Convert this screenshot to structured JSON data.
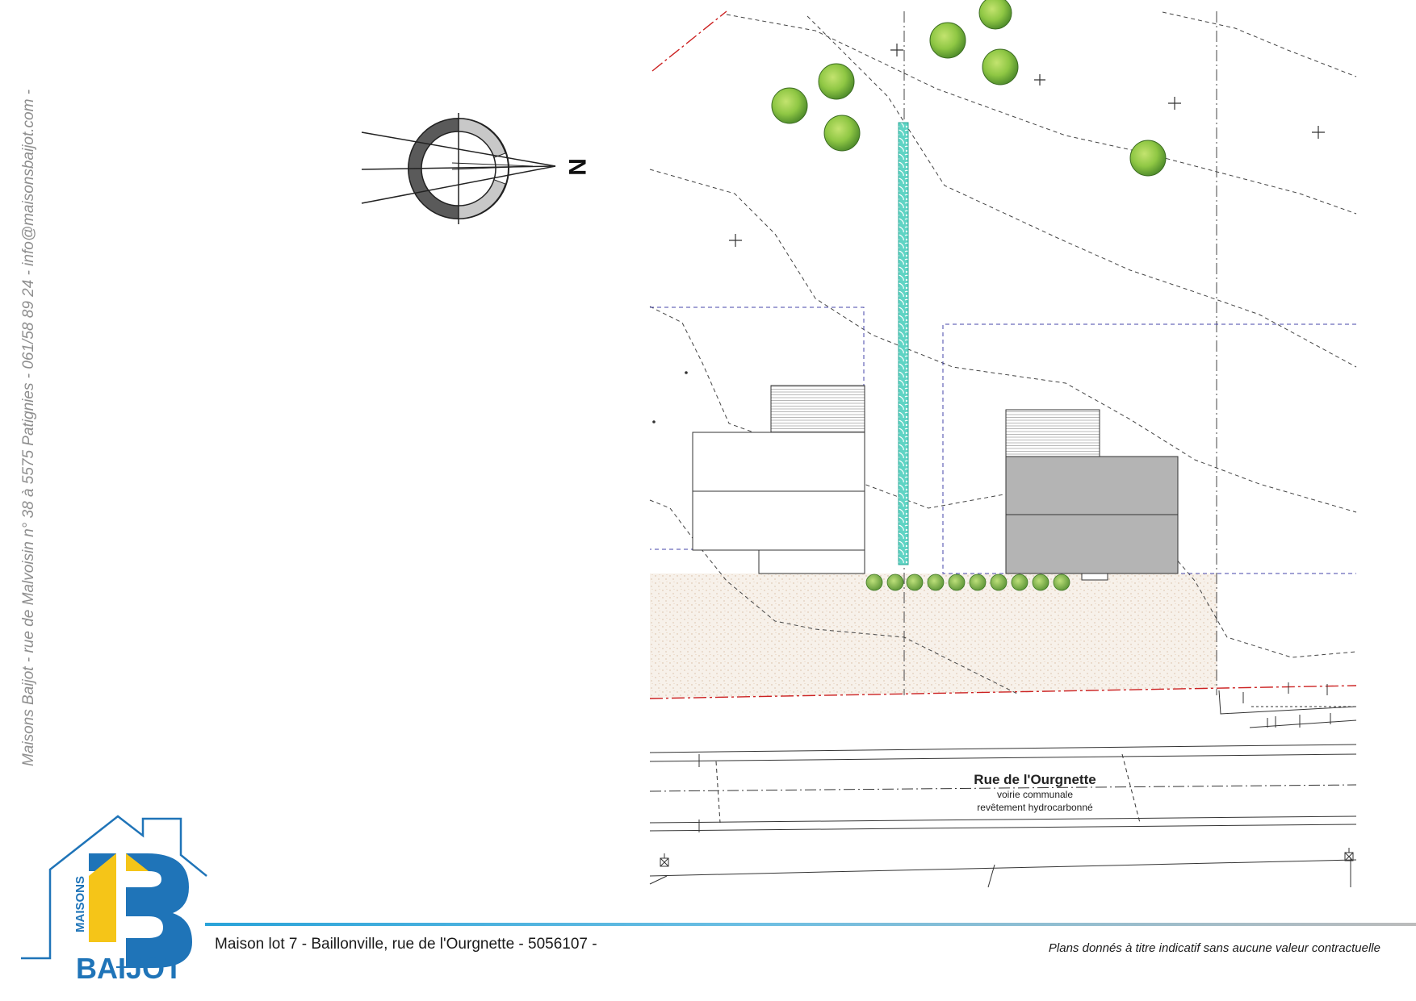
{
  "sidebar": {
    "text": "Maisons Baijot - rue de Malvoisin n° 38 à 5575 Patignies - 061/58 89 24 - info@maisonsbaijot.com -"
  },
  "compass": {
    "label": "N"
  },
  "street": {
    "name": "Rue de l'Ourgnette",
    "line1": "voirie communale",
    "line2": "revêtement hydrocarbonné"
  },
  "footer": {
    "title": "Maison lot 7 - Baillonville, rue de l'Ourgnette - 5056107 -",
    "disclaimer": "Plans donnés à titre indicatif sans aucune valeur contractuelle"
  },
  "logo": {
    "word_small": "MAISONS",
    "word_large": "BAIJOT",
    "letter": "B"
  },
  "colors": {
    "brand_blue": "#1f74b8",
    "brand_yellow": "#f5c518",
    "hedge": "#3bbfae",
    "tree": "#8fc744",
    "house_gray": "#b4b4b4",
    "boundary": "#4444aa",
    "lot_line": "#cc2222"
  }
}
